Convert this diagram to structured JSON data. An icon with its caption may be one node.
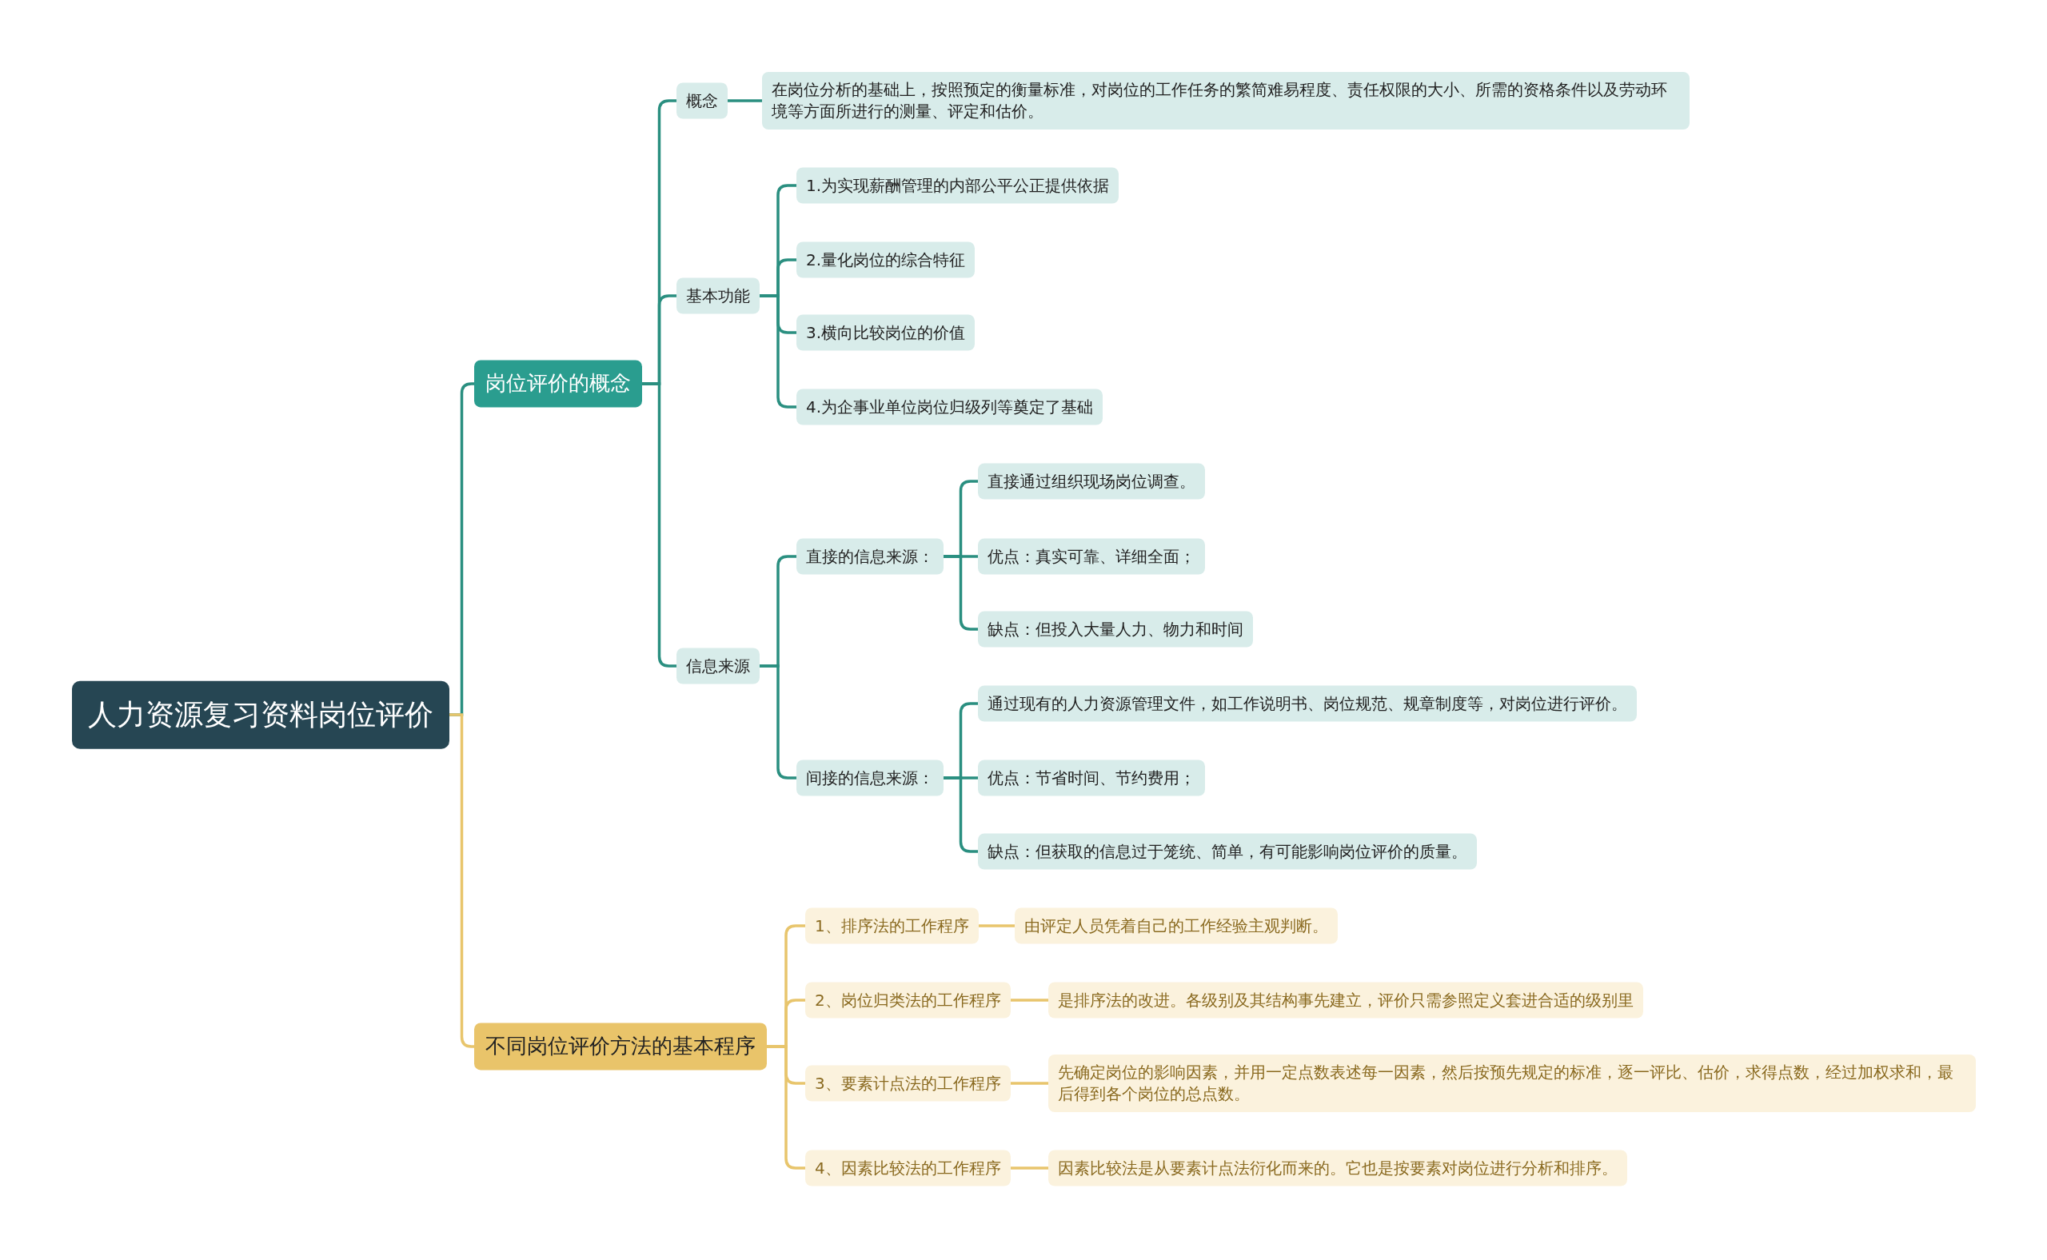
{
  "diagram": {
    "nodes": [
      {
        "text": [
          "人力资源复习资料岗位评价"
        ]
      },
      {
        "text": [
          "岗位评价的概念"
        ]
      },
      {
        "text": [
          "概念"
        ]
      },
      {
        "text": [
          "在岗位分析的基础上，按照预定的衡量标准，对岗位的工作任务的繁简难易程度、责任权限的大小、所需的资格条件以及劳动环境等方面所进行的测量、评定和估价。"
        ]
      },
      {
        "text": [
          "基本功能"
        ]
      },
      {
        "text": [
          "1.为实现薪酬管理的内部公平公正提供依据"
        ]
      },
      {
        "text": [
          "2.量化岗位的综合特征"
        ]
      },
      {
        "text": [
          "3.横向比较岗位的价值"
        ]
      },
      {
        "text": [
          "4.为企事业单位岗位归级列等奠定了基础"
        ]
      },
      {
        "text": [
          "信息来源"
        ]
      },
      {
        "text": [
          "直接的信息来源："
        ]
      },
      {
        "text": [
          "直接通过组织现场岗位调查。"
        ]
      },
      {
        "text": [
          "优点：真实可靠、详细全面；"
        ]
      },
      {
        "text": [
          "缺点：但投入大量人力、物力和时间"
        ]
      },
      {
        "text": [
          "间接的信息来源："
        ]
      },
      {
        "text": [
          "通过现有的人力资源管理文件，如工作说明书、岗位规范、规章制度等，对岗位进行评价。"
        ]
      },
      {
        "text": [
          "优点：节省时间、节约费用；"
        ]
      },
      {
        "text": [
          "缺点：但获取的信息过于笼统、简单，有可能影响岗位评价的质量。"
        ]
      },
      {
        "text": [
          "不同岗位评价方法的基本程序"
        ]
      },
      {
        "text": [
          "1、排序法的工作程序"
        ]
      },
      {
        "text": [
          "2、岗位归类法的工作程序"
        ]
      },
      {
        "text": [
          "3、要素计点法的工作程序"
        ]
      },
      {
        "text": [
          "4、因素比较法的工作程序"
        ]
      },
      {
        "text": [
          "由评定人员凭着自己的工作经验主观判断。"
        ]
      },
      {
        "text": [
          "是排序法的改进。各级别及其结构事先建立，评价只需参照定义套进合适的级别里"
        ]
      },
      {
        "text": [
          "先确定岗位的影响因素，并用一定点数表述每一因素，然后按预先规定的标准，逐一评比、估价，求得点数，经过加权求和，最后得到各个岗位的总点数。"
        ]
      },
      {
        "text": [
          "因素比较法是从要素计点法衍化而来的。它也是按要素对岗位进行分析和排序。"
        ]
      }
    ],
    "edges": [
      {
        "from": 0,
        "to": 1,
        "arrow": "none"
      },
      {
        "from": 1,
        "to": 2,
        "arrow": "none"
      },
      {
        "from": 2,
        "to": 3,
        "arrow": "none"
      },
      {
        "from": 1,
        "to": 4,
        "arrow": "none"
      },
      {
        "from": 4,
        "to": 5,
        "arrow": "none"
      },
      {
        "from": 4,
        "to": 6,
        "arrow": "none"
      },
      {
        "from": 4,
        "to": 7,
        "arrow": "none"
      },
      {
        "from": 4,
        "to": 8,
        "arrow": "none"
      },
      {
        "from": 1,
        "to": 9,
        "arrow": "none"
      },
      {
        "from": 9,
        "to": 10,
        "arrow": "none"
      },
      {
        "from": 10,
        "to": 11,
        "arrow": "none"
      },
      {
        "from": 10,
        "to": 12,
        "arrow": "none"
      },
      {
        "from": 10,
        "to": 13,
        "arrow": "none"
      },
      {
        "from": 9,
        "to": 14,
        "arrow": "none"
      },
      {
        "from": 14,
        "to": 15,
        "arrow": "none"
      },
      {
        "from": 14,
        "to": 16,
        "arrow": "none"
      },
      {
        "from": 14,
        "to": 17,
        "arrow": "none"
      },
      {
        "from": 0,
        "to": 18,
        "arrow": "none",
        "color": "#e8c56c"
      },
      {
        "from": 18,
        "to": 19,
        "arrow": "none",
        "color": "#e8c56c"
      },
      {
        "from": 18,
        "to": 20,
        "arrow": "none",
        "color": "#e8c56c"
      },
      {
        "from": 18,
        "to": 21,
        "arrow": "none",
        "color": "#e8c56c"
      },
      {
        "from": 18,
        "to": 22,
        "arrow": "none",
        "color": "#e8c56c"
      },
      {
        "from": 19,
        "to": 23,
        "arrow": "none",
        "color": "#e8c56c"
      },
      {
        "from": 20,
        "to": 24,
        "arrow": "none",
        "color": "#e8c56c"
      },
      {
        "from": 21,
        "to": 25,
        "arrow": "none",
        "color": "#e8c56c"
      },
      {
        "from": 22,
        "to": 26,
        "arrow": "none",
        "color": "#e8c56c"
      }
    ]
  }
}
